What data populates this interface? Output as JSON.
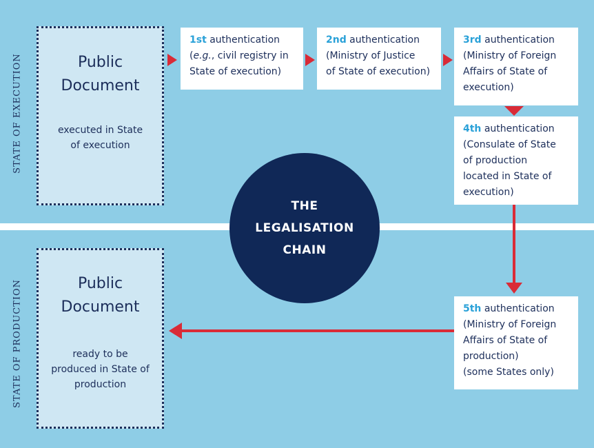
{
  "sides": {
    "top": "STATE OF EXECUTION",
    "bottom": "STATE OF PRODUCTION"
  },
  "doc_top": {
    "title_line1": "Public",
    "title_line2": "Document",
    "sub_line1": "executed in State",
    "sub_line2": "of execution"
  },
  "doc_bottom": {
    "title_line1": "Public",
    "title_line2": "Document",
    "sub_line1": "ready to be",
    "sub_line2": "produced in State of",
    "sub_line3": "production"
  },
  "steps": [
    {
      "ordinal": "1st",
      "word": " authentication",
      "lines": [
        "e.g.",
        ", civil registry in",
        "State of execution)"
      ]
    },
    {
      "ordinal": "2nd",
      "word": " authentication",
      "lines": [
        "(Ministry of Justice",
        "of State of execution)"
      ]
    },
    {
      "ordinal": "3rd",
      "word": " authentication",
      "lines": [
        "(Ministry of Foreign",
        "Affairs of State of",
        "execution)"
      ]
    },
    {
      "ordinal": "4th",
      "word": " authentication",
      "lines": [
        "(Consulate of State",
        "of production",
        "located in State of",
        "execution)"
      ]
    },
    {
      "ordinal": "5th",
      "word": " authentication",
      "lines": [
        "(Ministry of Foreign",
        "Affairs of State of",
        "production)",
        "(some States only)"
      ]
    }
  ],
  "center": {
    "line1": "THE",
    "line2": "LEGALISATION",
    "line3": "CHAIN"
  },
  "colors": {
    "background": "#8ecde6",
    "navy": "#102857",
    "ordinal": "#2aa1d8",
    "arrow": "#d92b37",
    "doc_fill": "#cfe7f3"
  }
}
